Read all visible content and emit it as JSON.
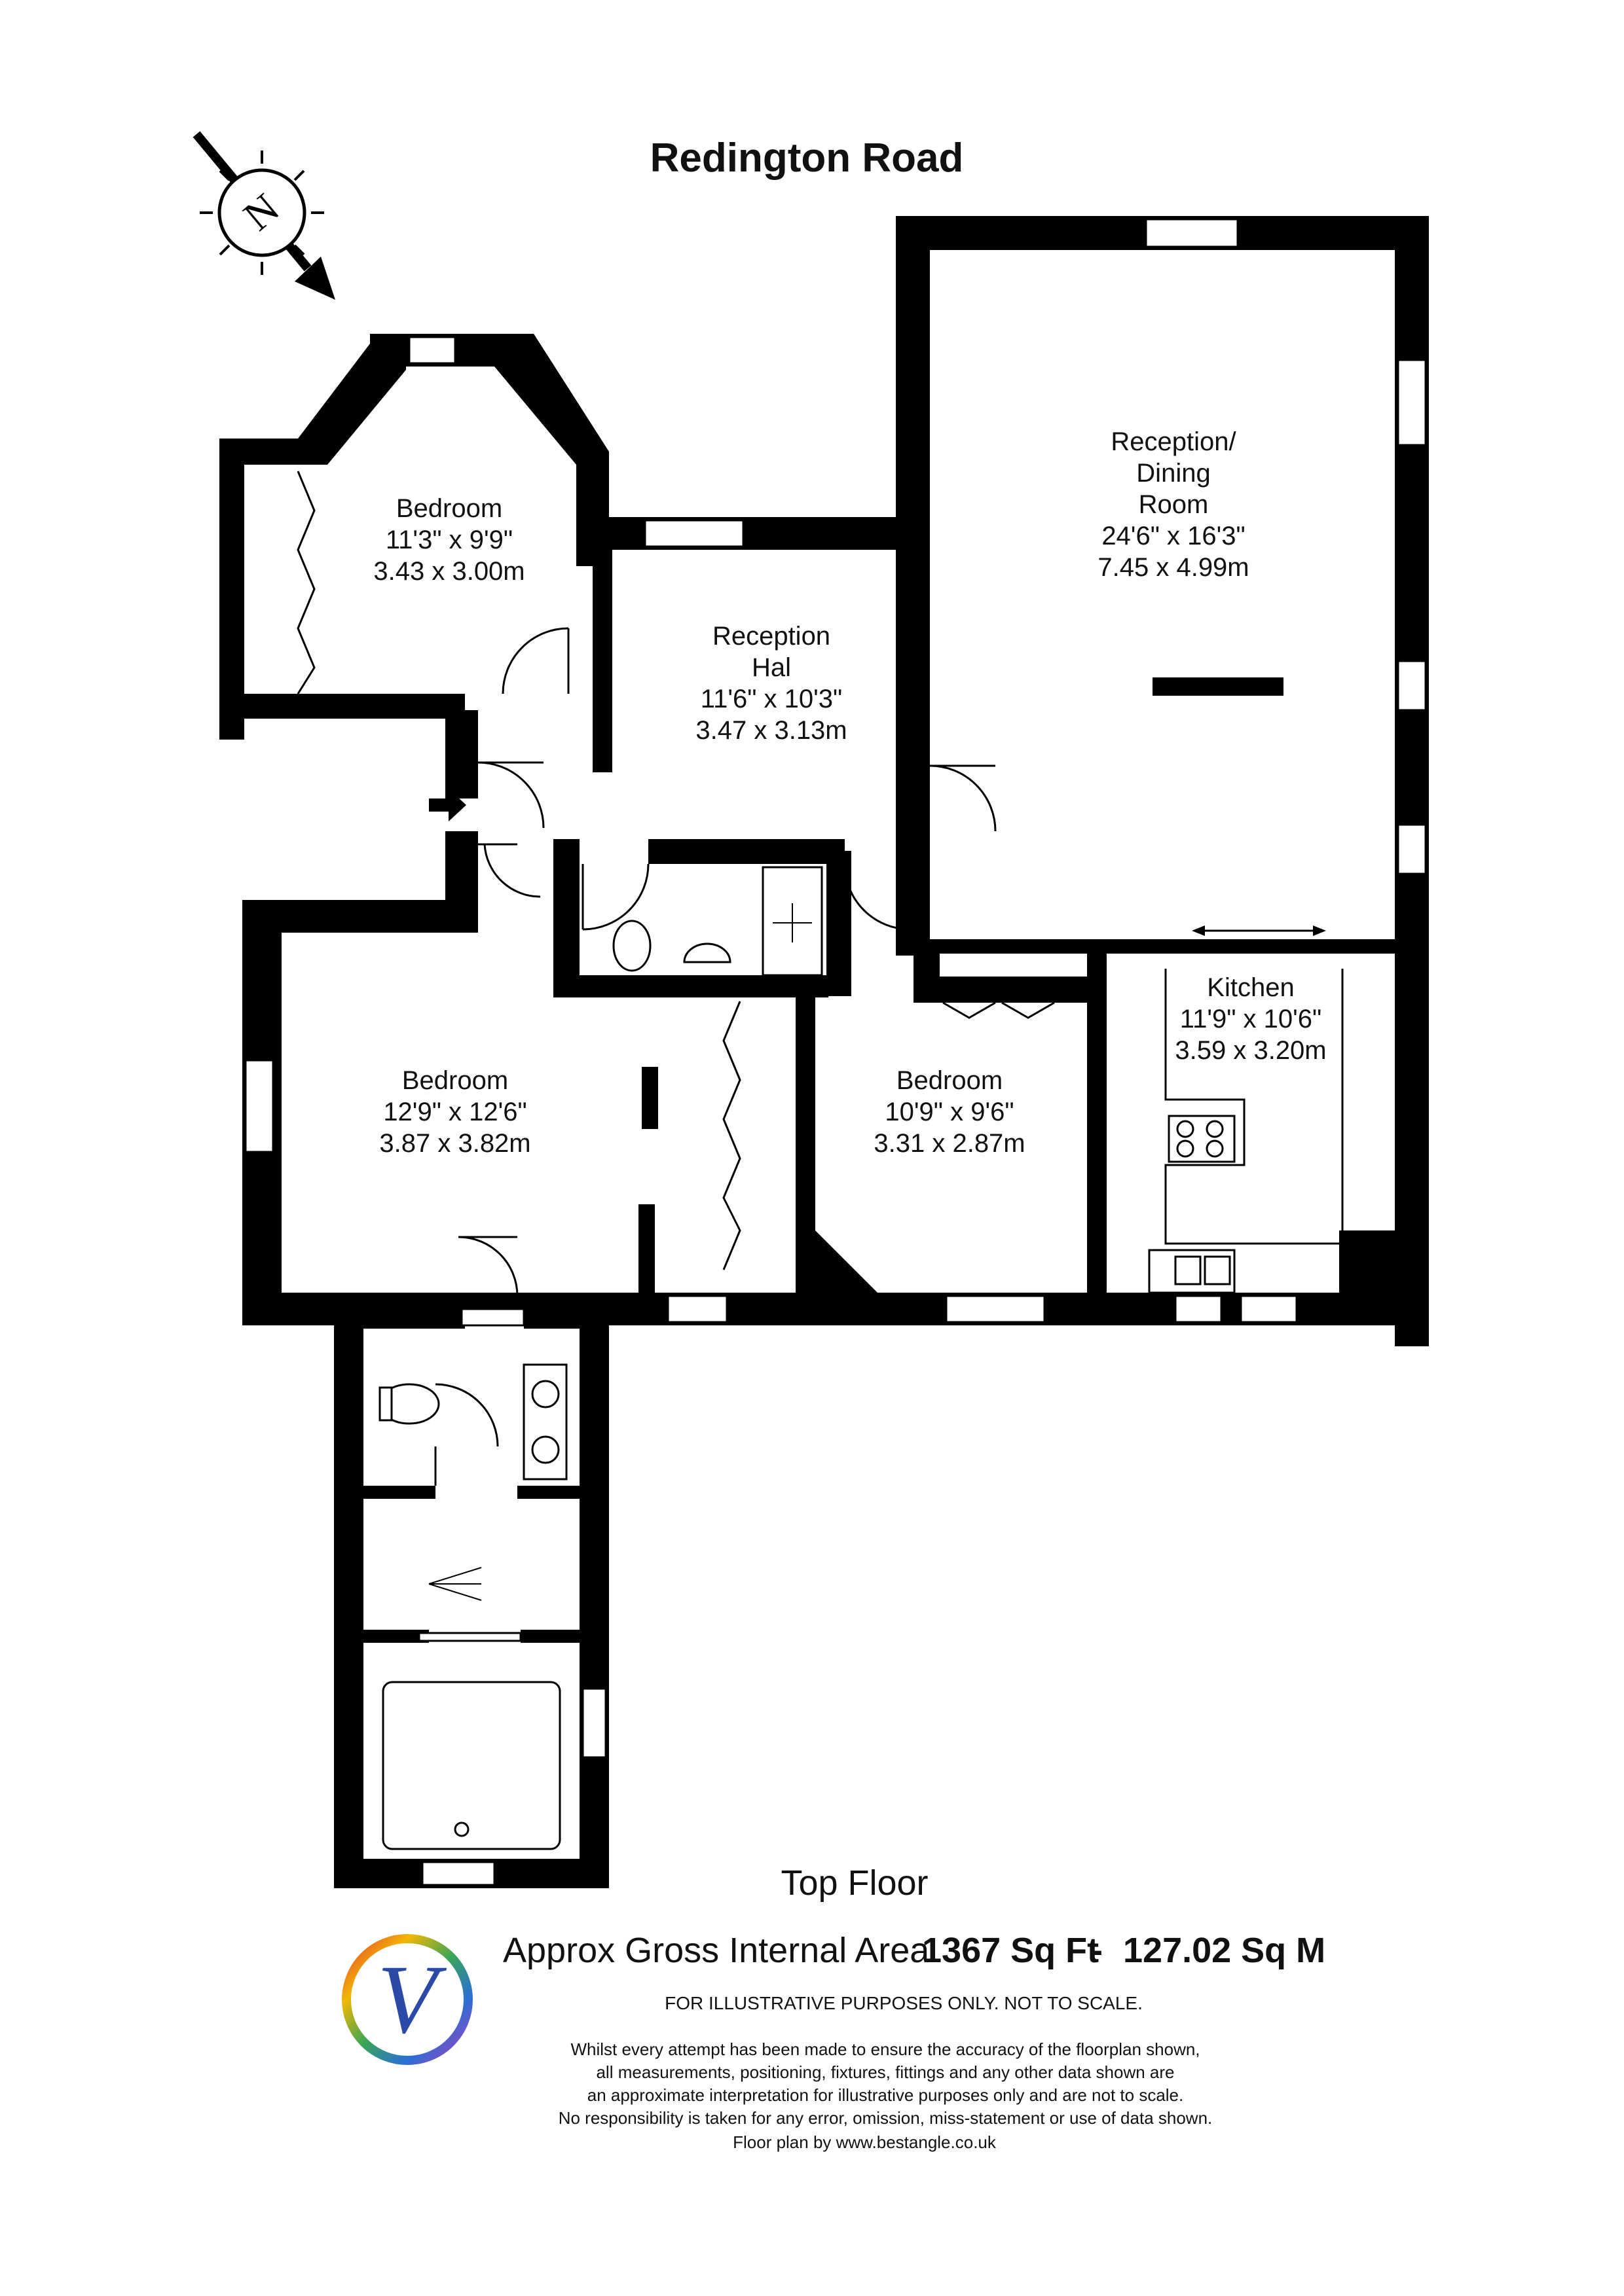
{
  "street": "Redington Road",
  "compass_letter": "N",
  "rooms": [
    {
      "id": "bedroom-1",
      "name": "Bedroom",
      "imperial": "11'3\" x 9'9\"",
      "metric": "3.43 x 3.00m"
    },
    {
      "id": "reception-hall",
      "name_line1": "Reception",
      "name_line2": "Hal",
      "imperial": "11'6\" x 10'3\"",
      "metric": "3.47 x 3.13m"
    },
    {
      "id": "reception-dining",
      "name_line1": "Reception/",
      "name_line2": "Dining",
      "name_line3": "Room",
      "imperial": "24'6\" x 16'3\"",
      "metric": "7.45 x 4.99m"
    },
    {
      "id": "kitchen",
      "name": "Kitchen",
      "imperial": "11'9\" x 10'6\"",
      "metric": "3.59 x 3.20m"
    },
    {
      "id": "bedroom-2",
      "name": "Bedroom",
      "imperial": "12'9\" x 12'6\"",
      "metric": "3.87 x 3.82m"
    },
    {
      "id": "bedroom-3",
      "name": "Bedroom",
      "imperial": "10'9\" x 9'6\"",
      "metric": "3.31 x 2.87m"
    }
  ],
  "floor_label": "Top Floor",
  "area": {
    "label": "Approx Gross Internal Area",
    "sq_ft": "1367 Sq Ft",
    "separator": "-",
    "sq_m": "127.02 Sq M"
  },
  "notice": "FOR ILLUSTRATIVE PURPOSES ONLY. NOT TO SCALE.",
  "disclaimer": [
    "Whilst every attempt has been made to ensure the accuracy of the floorplan shown,",
    "all measurements, positioning, fixtures, fittings and any other data shown are",
    "an approximate interpretation for illustrative purposes only and are not to scale.",
    "No responsibility is taken for any error, omission, miss-statement or use of data shown.",
    "Floor plan by www.bestangle.co.uk"
  ],
  "logo_letter": "V",
  "colors": {
    "wall": "#000000",
    "background": "#ffffff"
  }
}
